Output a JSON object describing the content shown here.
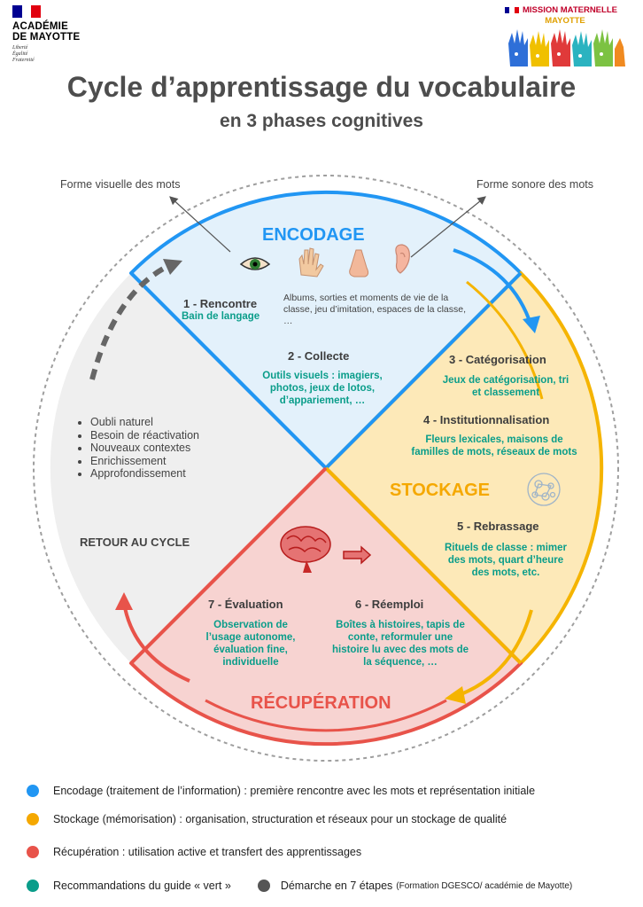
{
  "header": {
    "academie_name": "ACADÉMIE\nDE MAYOTTE",
    "motto": [
      "Liberté",
      "Égalité",
      "Fraternité"
    ],
    "mission_title": "MISSION MATERNELLE",
    "mission_sub": "MAYOTTE"
  },
  "title": "Cycle d’apprentissage du vocabulaire",
  "subtitle": "en 3 phases cognitives",
  "diagram": {
    "forme_visuelle": "Forme visuelle des mots",
    "forme_sonore": "Forme sonore des mots",
    "encodage": "ENCODAGE",
    "stockage": "STOCKAGE",
    "recuperation": "RÉCUPÉRATION",
    "retour": "RETOUR AU CYCLE",
    "retour_items": [
      "Oubli naturel",
      "Besoin de réactivation",
      "Nouveaux contextes",
      "Enrichissement",
      "Approfondissement"
    ],
    "p1_title": "1 - Rencontre",
    "p1_sub": "Bain de langage",
    "p1_desc": "Albums, sorties et moments de vie de la classe, jeu d’imitation, espaces de la classe, …",
    "p2_title": "2 - Collecte",
    "p2_sub": "Outils visuels : imagiers, photos, jeux de lotos, d’appariement, …",
    "p3_title": "3 - Catégorisation",
    "p3_sub": "Jeux de catégorisation, tri et  classement",
    "p4_title": "4 - Institutionnalisation",
    "p4_sub": "Fleurs lexicales, maisons de familles de mots, réseaux de mots",
    "p5_title": "5 - Rebrassage",
    "p5_sub": "Rituels de classe : mimer des mots, quart d’heure des mots, etc.",
    "p6_title": "6 - Réemploi",
    "p6_sub": "Boîtes à histoires, tapis de conte, reformuler une histoire lu avec des mots de la séquence, …",
    "p7_title": "7 -  Évaluation",
    "p7_sub": "Observation de l’usage autonome, évaluation fine, individuelle"
  },
  "legend": [
    {
      "color": "#2196f3",
      "text": "Encodage (traitement de l’information) : première rencontre avec les mots et représentation initiale"
    },
    {
      "color": "#f5a800",
      "text": "Stockage (mémorisation) : organisation, structuration et réseaux  pour un stockage de qualité"
    },
    {
      "color": "#e8534a",
      "text": "Récupération : utilisation active et transfert des apprentissages"
    }
  ],
  "legend_bottom": {
    "green_text": "Recommandations du guide « vert »",
    "grey_text": "Démarche en 7 étapes",
    "grey_small": "(Formation DGESCO/ académie de Mayotte)"
  },
  "colors": {
    "blue": "#2196f3",
    "orange": "#f5a800",
    "red": "#e8534a",
    "teal": "#0a9d8a",
    "grey": "#555555"
  }
}
